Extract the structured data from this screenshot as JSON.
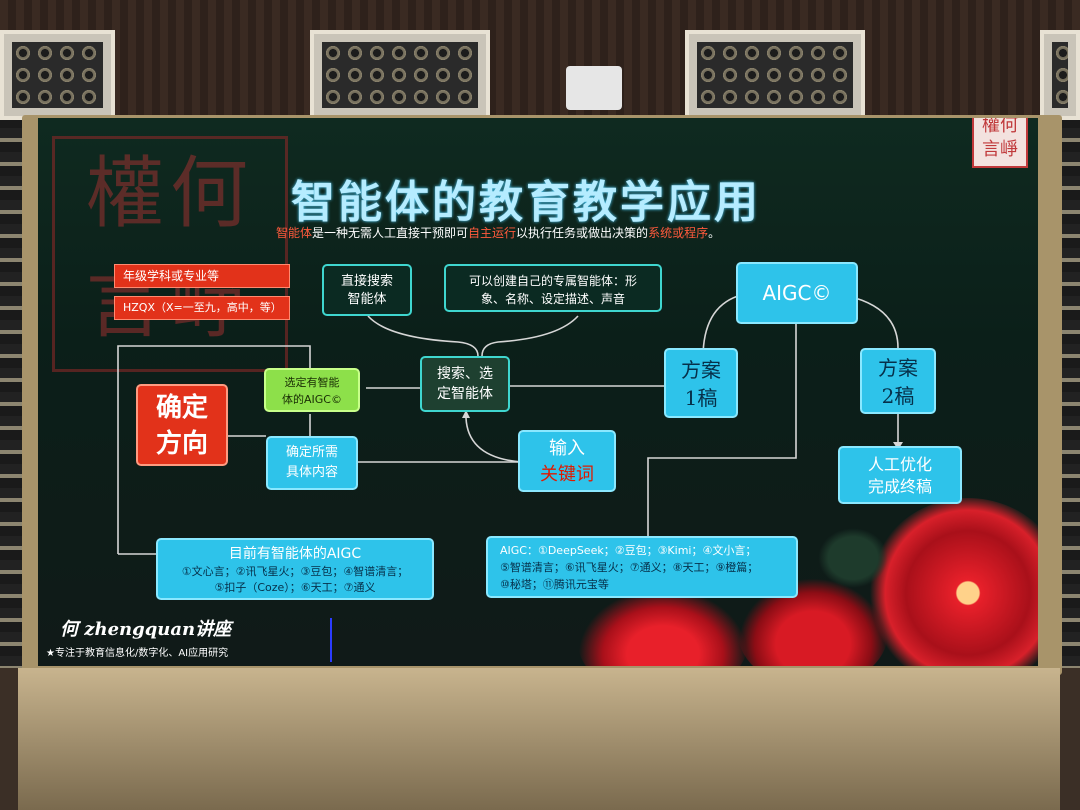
{
  "slide": {
    "title": "智能体的教育教学应用",
    "subtitle_parts": [
      {
        "text": "智能体",
        "accent": true
      },
      {
        "text": "是一种无需人工直接干预即可",
        "accent": false
      },
      {
        "text": "自主运行",
        "accent": true
      },
      {
        "text": "以执行任务或做出决策的",
        "accent": false
      },
      {
        "text": "系统或程序",
        "accent": true
      },
      {
        "text": "。",
        "accent": false
      }
    ],
    "seal_small": "權何\n言崢",
    "seal_bg": "權何\n言崢"
  },
  "diagram": {
    "red_bar_1": "年级学科或专业等",
    "red_bar_2": "HZQX（X=一至九，高中，等）",
    "direct_search": [
      "直接搜索",
      "智能体"
    ],
    "create_own": [
      "可以创建自己的专属智能体：形",
      "象、名称、设定描述、声音"
    ],
    "aigc_top": "AIGC©",
    "determine_direction": [
      "确定",
      "方向"
    ],
    "select_aigc": [
      "选定有智能",
      "体的AIGC©"
    ],
    "search_select": [
      "搜索、选",
      "定智能体"
    ],
    "plan1": [
      "方案",
      "1稿"
    ],
    "plan2": [
      "方案",
      "2稿"
    ],
    "determine_content": [
      "确定所需",
      "具体内容"
    ],
    "input_keywords": [
      "输入",
      "关键词"
    ],
    "optimize": [
      "人工优化",
      "完成终稿"
    ],
    "current_aigc": {
      "title": "目前有智能体的AIGC",
      "line1": "①文心言；②讯飞星火；③豆包；④智谱清言；",
      "line2": "⑤扣子（Coze）；⑥天工；⑦通义"
    },
    "aigc_list": {
      "line1": "AIGC：①DeepSeek；②豆包；③Kimi；④文小言；",
      "line2": "⑤智谱清言；⑥讯飞星火；⑦通义；⑧天工；⑨橙篇；",
      "line3": "⑩秘塔；⑪腾讯元宝等"
    }
  },
  "footer": {
    "brand": "何 zhengquan讲座",
    "tagline": "★专注于教育信息化/数字化、AI应用研究"
  },
  "colors": {
    "cyan_box": "#2ec3ea",
    "red_box": "#e2321a",
    "title": "#b5ecff",
    "accent_red": "#ff3b24",
    "screen_bg": "#0f2a20"
  }
}
